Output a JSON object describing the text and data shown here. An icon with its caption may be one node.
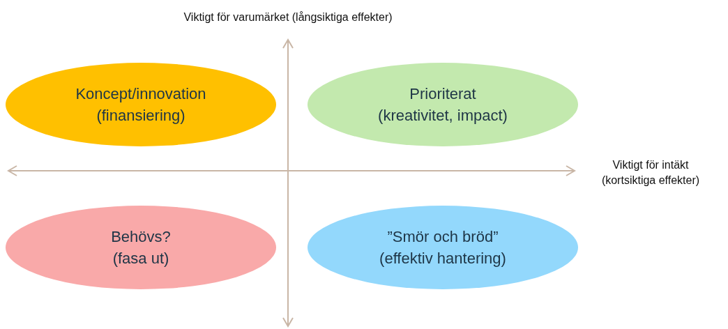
{
  "diagram": {
    "nodes": [
      {
        "text": [
          "Koncept/innovation",
          "(finansiering)"
        ]
      },
      {
        "text": [
          "Prioriterat",
          "(kreativitet, impact)"
        ]
      },
      {
        "text": [
          "Behövs?",
          "(fasa ut)"
        ]
      },
      {
        "text": [
          "”Smör och bröd”",
          "(effektiv hantering)"
        ]
      }
    ],
    "labels": [
      "Viktigt för varumärket (långsiktiga effekter)",
      "Viktigt för intäkt (kortsiktiga effekter)"
    ]
  }
}
